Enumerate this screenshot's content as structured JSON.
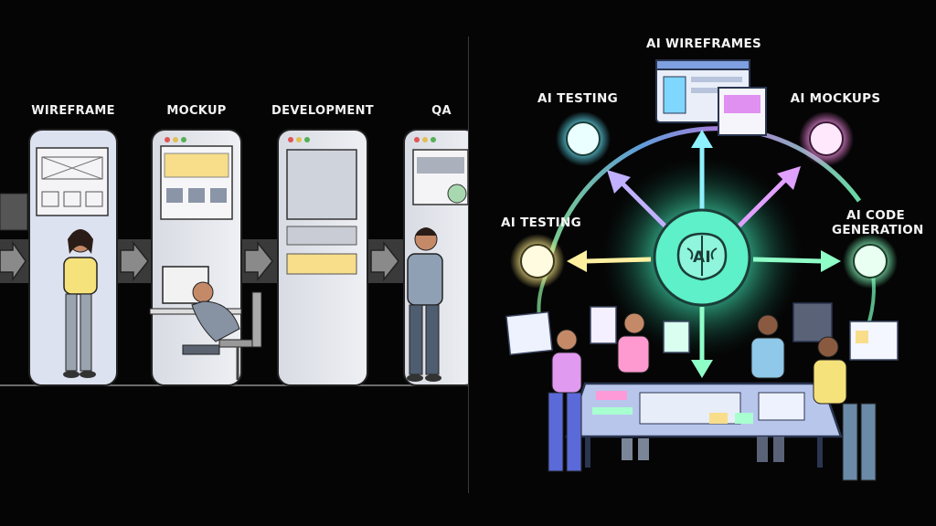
{
  "left_panel": {
    "stages": [
      {
        "label": "WIREFRAME"
      },
      {
        "label": "MOCKUP"
      },
      {
        "label": "DEVELOPMENT"
      },
      {
        "label": "QA"
      }
    ]
  },
  "right_panel": {
    "hub_label": "AI",
    "nodes": [
      {
        "label": "AI WIREFRAMES"
      },
      {
        "label": "AI TESTING"
      },
      {
        "label": "AI MOCKUPS"
      },
      {
        "label": "AI TESTING"
      },
      {
        "label": "AI CODE GENERATION"
      }
    ]
  },
  "colors": {
    "background": "#050505",
    "panel_fill": "#e4e6ec",
    "arrow_left": "#8a8a8a",
    "hub_glow": "#4fffc8",
    "node_cyan": "#54e6ff",
    "node_pink": "#ff7fe8",
    "node_yellow": "#ffe97a",
    "node_green": "#6dffb4"
  }
}
